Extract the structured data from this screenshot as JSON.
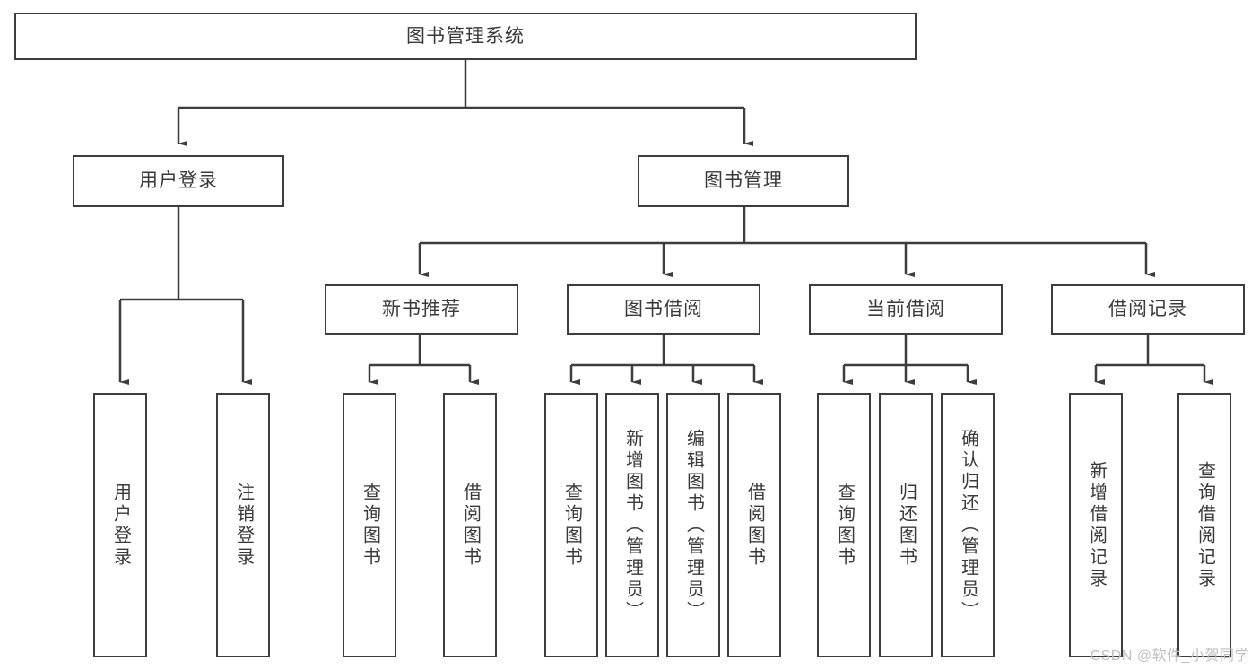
{
  "diagram": {
    "title": "图书管理系统",
    "watermark": "CSDN @软件_小贺同学",
    "colors": {
      "stroke": "#3d3d3d",
      "text": "#3a3a3a",
      "background": "#ffffff",
      "watermark": "#bfbfbf"
    },
    "root": {
      "label": "图书管理系统"
    },
    "level2": [
      {
        "label": "用户登录"
      },
      {
        "label": "图书管理"
      }
    ],
    "level3": [
      {
        "label": "新书推荐"
      },
      {
        "label": "图书借阅"
      },
      {
        "label": "当前借阅"
      },
      {
        "label": "借阅记录"
      }
    ],
    "leaves": {
      "user_login": [
        {
          "label": "用户登录"
        },
        {
          "label": "注销登录"
        }
      ],
      "new_book": [
        {
          "label": "查询图书"
        },
        {
          "label": "借阅图书"
        }
      ],
      "book_borrow": [
        {
          "label": "查询图书"
        },
        {
          "label": "新增图书（管理员）"
        },
        {
          "label": "编辑图书（管理员）"
        },
        {
          "label": "借阅图书"
        }
      ],
      "current_borrow": [
        {
          "label": "查询图书"
        },
        {
          "label": "归还图书"
        },
        {
          "label": "确认归还（管理员）"
        }
      ],
      "borrow_record": [
        {
          "label": "新增借阅记录"
        },
        {
          "label": "查询借阅记录"
        }
      ]
    }
  }
}
